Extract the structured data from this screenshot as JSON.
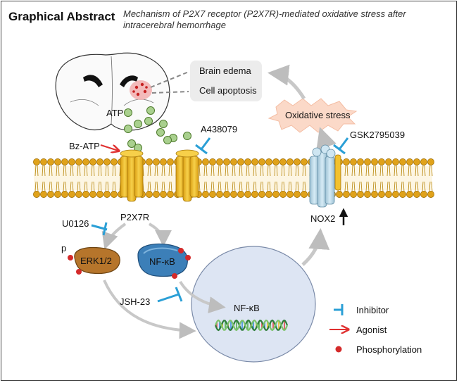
{
  "header": {
    "title": "Graphical Abstract",
    "subtitle": "Mechanism of P2X7 receptor (P2X7R)-mediated oxidative stress after intracerebral hemorrhage"
  },
  "labels": {
    "atp": "ATP",
    "brain_edema": "Brain edema",
    "cell_apoptosis": "Cell apoptosis",
    "oxidative_stress": "Oxidative stress",
    "bz_atp": "Bz-ATP",
    "a438079": "A438079",
    "gsk": "GSK2795039",
    "p2x7r": "P2X7R",
    "u0126": "U0126",
    "erk": "ERK1/2",
    "p": "p",
    "nfkb_cyto": "NF-κB",
    "jsh23": "JSH-23",
    "nfkb_nuc": "NF-κB",
    "nox2": "NOX2"
  },
  "legend": {
    "inhibitor": "Inhibitor",
    "agonist": "Agonist",
    "phosphorylation": "Phosphorylation"
  },
  "colors": {
    "lipid_head": "#e0a21a",
    "channel": "#f2c12e",
    "nox2": "#bcd8e6",
    "inhibitor": "#2a9fd6",
    "agonist": "#e03030",
    "phospho": "#d42a2a",
    "erk": "#b6752b",
    "nfkb": "#3c7fb8",
    "nucleus": "#dde5f3",
    "atp": "#a9d08e"
  }
}
